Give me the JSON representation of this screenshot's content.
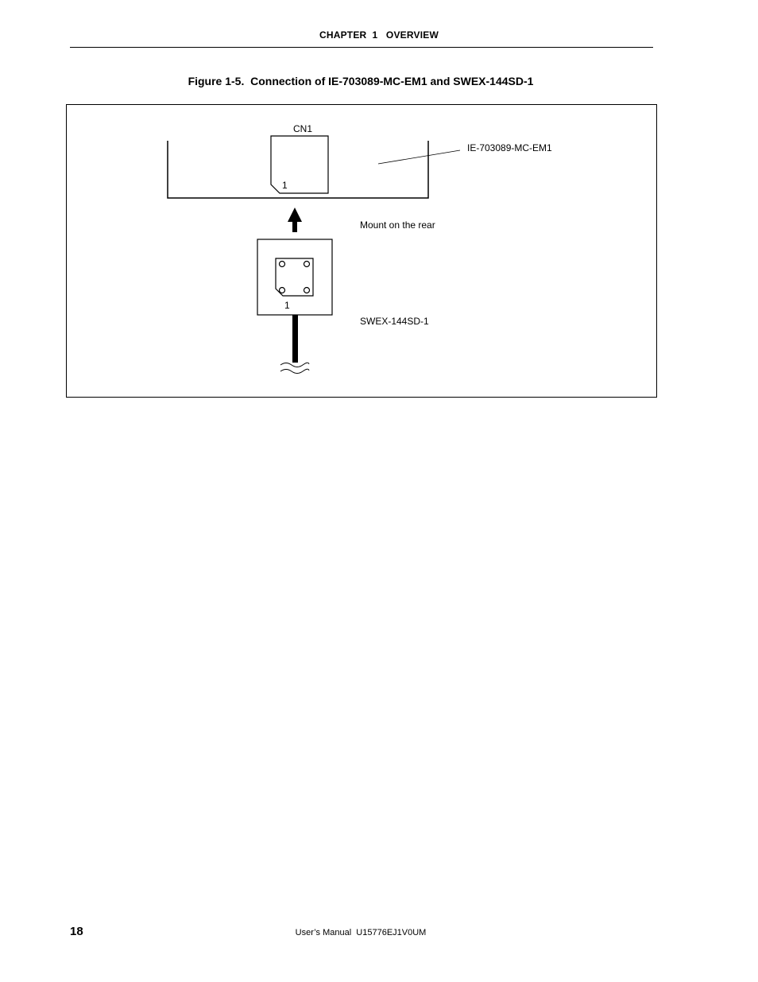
{
  "header": {
    "chapter_title": "CHAPTER  1   OVERVIEW"
  },
  "figure": {
    "title": "Figure 1-5.  Connection of IE-703089-MC-EM1 and SWEX-144SD-1",
    "labels": {
      "connector": "CN1",
      "board": "IE-703089-MC-EM1",
      "board_pin": "1",
      "mount_note": "Mount on the rear",
      "adapter_pin": "1",
      "adapter": "SWEX-144SD-1"
    }
  },
  "footer": {
    "page_number": "18",
    "manual_id": "User’s Manual  U15776EJ1V0UM"
  }
}
